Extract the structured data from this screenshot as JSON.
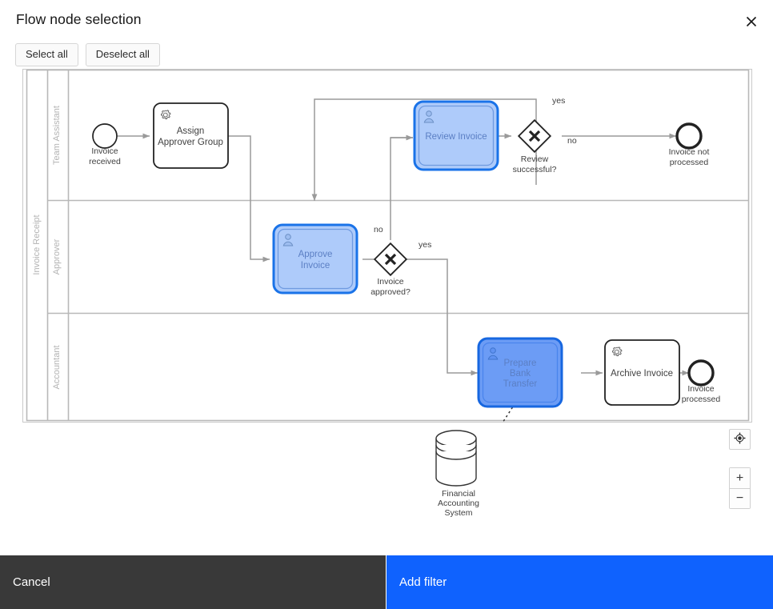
{
  "modal": {
    "title": "Flow node selection",
    "close_icon": "close-icon"
  },
  "toolbar": {
    "select_all_label": "Select all",
    "deselect_all_label": "Deselect all"
  },
  "footer": {
    "cancel_label": "Cancel",
    "add_filter_label": "Add filter",
    "cancel_color": "#393939",
    "add_filter_color": "#0f62fe"
  },
  "viewport_controls": {
    "reset_icon": "crosshair-target-icon",
    "zoom_in_label": "+",
    "zoom_out_label": "−"
  },
  "diagram": {
    "type": "bpmn-process",
    "pool": {
      "name": "Invoice Receipt"
    },
    "lanes": [
      {
        "id": "lane-team-assistant",
        "name": "Team Assistant"
      },
      {
        "id": "lane-approver",
        "name": "Approver"
      },
      {
        "id": "lane-accountant",
        "name": "Accountant"
      }
    ],
    "colors": {
      "selected_fill": "#aecbfa",
      "selected_fill_active": "#6c9cf5",
      "selected_stroke": "#1a73e8",
      "default_stroke": "#222222",
      "connector": "#9a9a9a",
      "lane_border": "#b8b8b8"
    },
    "nodes": [
      {
        "id": "start-invoice-received",
        "type": "start-event",
        "lane": "lane-team-assistant",
        "label": "Invoice\nreceived",
        "label_line1": "Invoice",
        "label_line2": "received",
        "selected": false
      },
      {
        "id": "task-assign-approver-group",
        "type": "service-task",
        "lane": "lane-team-assistant",
        "label_line1": "Assign",
        "label_line2": "Approver Group",
        "icon": "gears-icon",
        "selected": false
      },
      {
        "id": "task-review-invoice",
        "type": "user-task",
        "lane": "lane-team-assistant",
        "label_line1": "Review Invoice",
        "icon": "user-icon",
        "selected": true
      },
      {
        "id": "gateway-review-successful",
        "type": "exclusive-gateway",
        "lane": "lane-team-assistant",
        "label_line1": "Review",
        "label_line2": "successful?",
        "selected": false
      },
      {
        "id": "end-invoice-not-processed",
        "type": "end-event",
        "lane": "lane-team-assistant",
        "label_line1": "Invoice not",
        "label_line2": "processed",
        "selected": false
      },
      {
        "id": "task-approve-invoice",
        "type": "user-task",
        "lane": "lane-approver",
        "label_line1": "Approve",
        "label_line2": "Invoice",
        "icon": "user-icon",
        "selected": true
      },
      {
        "id": "gateway-invoice-approved",
        "type": "exclusive-gateway",
        "lane": "lane-approver",
        "label_line1": "Invoice",
        "label_line2": "approved?",
        "selected": false
      },
      {
        "id": "task-prepare-bank-transfer",
        "type": "user-task",
        "lane": "lane-accountant",
        "label_line1": "Prepare",
        "label_line2": "Bank",
        "label_line3": "Transfer",
        "icon": "user-icon",
        "selected": true,
        "active": true
      },
      {
        "id": "task-archive-invoice",
        "type": "service-task",
        "lane": "lane-accountant",
        "label_line1": "Archive Invoice",
        "icon": "gears-icon",
        "selected": false
      },
      {
        "id": "end-invoice-processed",
        "type": "end-event",
        "lane": "lane-accountant",
        "label_line1": "Invoice",
        "label_line2": "processed",
        "selected": false
      },
      {
        "id": "data-store-financial-accounting-system",
        "type": "data-store",
        "label_line1": "Financial",
        "label_line2": "Accounting",
        "label_line3": "System",
        "selected": false
      }
    ],
    "flow_labels": [
      {
        "id": "flow-label-review-yes",
        "text": "yes"
      },
      {
        "id": "flow-label-review-no",
        "text": "no"
      },
      {
        "id": "flow-label-approved-no",
        "text": "no"
      },
      {
        "id": "flow-label-approved-yes",
        "text": "yes"
      }
    ]
  }
}
